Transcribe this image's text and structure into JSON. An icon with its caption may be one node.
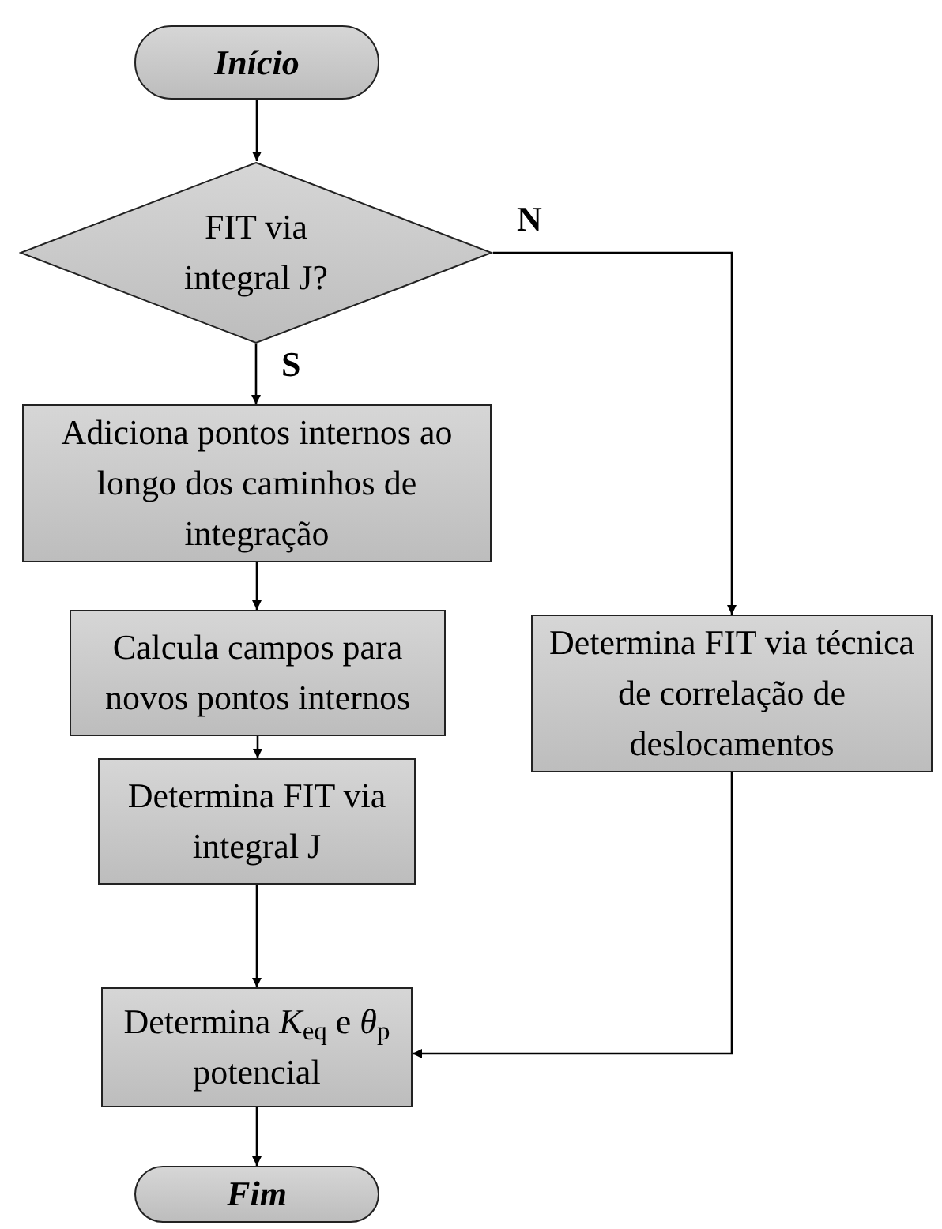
{
  "diagram": {
    "nodes": [
      {
        "text": [
          "Início"
        ]
      },
      {
        "text": [
          "FIT via integral J?"
        ]
      },
      {
        "text": [
          "Adiciona pontos internos ao longo dos caminhos de integração"
        ]
      },
      {
        "text": [
          "Calcula campos para novos pontos internos"
        ]
      },
      {
        "text": [
          "Determina FIT via integral J"
        ]
      },
      {
        "text": [
          "Determina *K*$_{eq}$ e *θ*$_{p}$ potencial"
        ]
      },
      {
        "text": [
          "Fim"
        ]
      },
      {
        "text": [
          "Determina FIT via técnica de correlação de deslocamentos"
        ]
      }
    ],
    "edges": [
      {
        "from": 0,
        "to": 1,
        "arrow": "to"
      },
      {
        "from": 1,
        "to": 2,
        "arrow": "to",
        "label": "S"
      },
      {
        "from": 2,
        "to": 3,
        "arrow": "to"
      },
      {
        "from": 3,
        "to": 4,
        "arrow": "to"
      },
      {
        "from": 4,
        "to": 5,
        "arrow": "to"
      },
      {
        "from": 5,
        "to": 6,
        "arrow": "to"
      },
      {
        "from": 1,
        "to": 7,
        "arrow": "to",
        "label": "N"
      },
      {
        "from": 7,
        "to": 5,
        "arrow": "to"
      }
    ]
  }
}
